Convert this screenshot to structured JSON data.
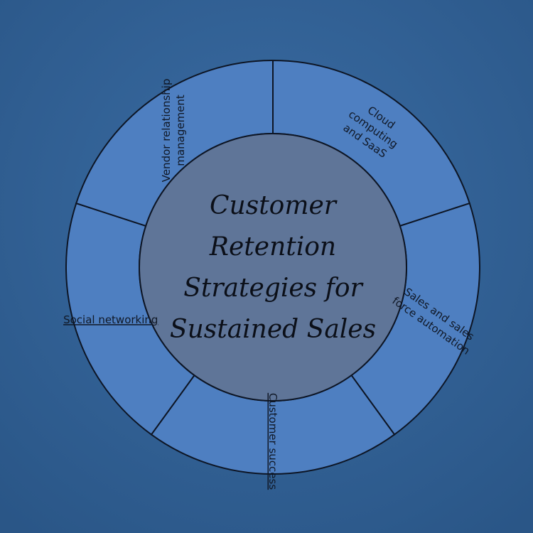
{
  "colors": {
    "background": "#2f5d8f",
    "ring_fill": "#4e7fc1",
    "center_fill": "#5f7598",
    "stroke": "#0d1524"
  },
  "title_lines": [
    "Customer",
    "Retention",
    "Strategies for",
    "Sustained Sales"
  ],
  "segments": [
    {
      "id": "cloud",
      "lines": [
        "Cloud",
        "computing",
        "and SaaS"
      ]
    },
    {
      "id": "sales",
      "lines": [
        "Sales and sales",
        "force automation"
      ]
    },
    {
      "id": "success",
      "lines": [
        "Customer success"
      ]
    },
    {
      "id": "social",
      "lines": [
        "Social networking"
      ]
    },
    {
      "id": "vendor",
      "lines": [
        "Vendor relationship",
        "management"
      ]
    }
  ]
}
